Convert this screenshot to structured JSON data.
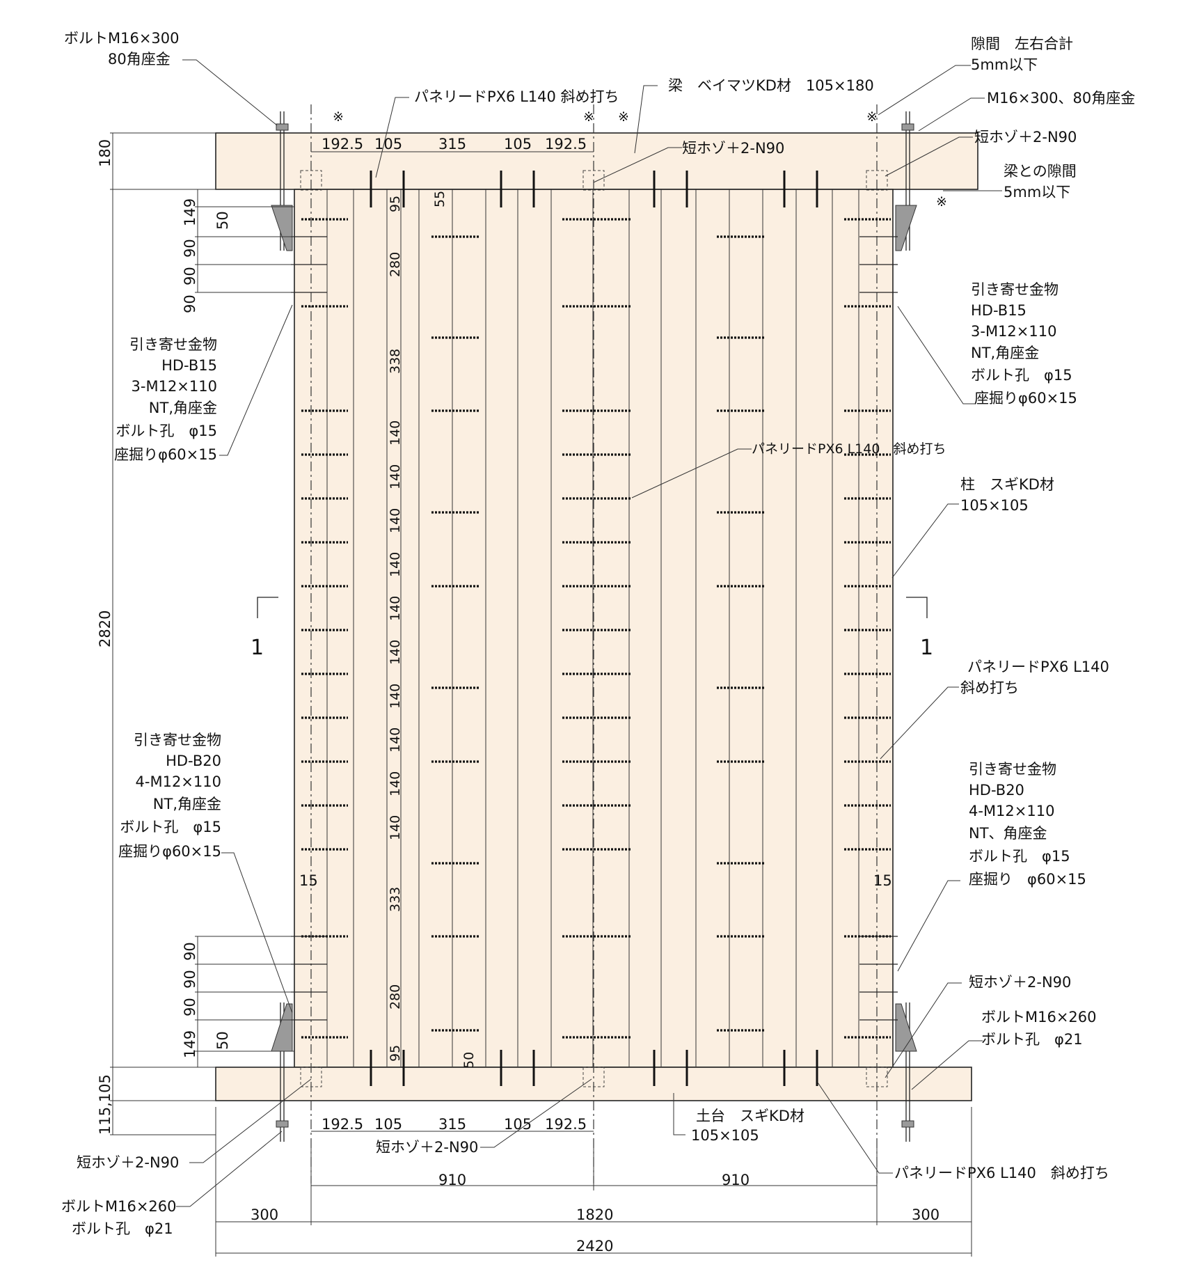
{
  "labels": {
    "bolt_top_left": [
      "ボルトM16×300",
      "80角座金"
    ],
    "gap_top_right": [
      "隙間　左右合計",
      "5mm以下"
    ],
    "bolt_top_right": "M16×300、80角座金",
    "panel_top": "パネリードPX6 L140 斜め打ち",
    "beam": "梁　ベイマツKD材　105×180",
    "tenon_top_center": "短ホゾ＋2-N90",
    "tenon_top_right": "短ホゾ＋2-N90",
    "beam_gap": [
      "梁との隙間",
      "5mm以下"
    ],
    "hd_upper_right": [
      "引き寄せ金物",
      "HD-B15",
      "3-M12×110",
      "NT,角座金",
      "ボルト孔　φ15",
      "座掘りφ60×15"
    ],
    "hd_upper_left": [
      "引き寄せ金物",
      "HD-B15",
      "3-M12×110",
      "NT,角座金",
      "ボルト孔　φ15",
      "座掘りφ60×15"
    ],
    "panel_center": "パネリードPX6 L140　斜め打ち",
    "column": [
      "柱　スギKD材",
      "105×105"
    ],
    "section_mark": "1",
    "panel_right": [
      "パネリードPX6 L140",
      "斜め打ち"
    ],
    "hd_lower_left": [
      "引き寄せ金物",
      "HD-B20",
      "4-M12×110",
      "NT,角座金",
      "ボルト孔　φ15",
      "座掘りφ60×15"
    ],
    "hd_lower_right": [
      "引き寄せ金物",
      "HD-B20",
      "4-M12×110",
      "NT、角座金",
      "ボルト孔　φ15",
      "座掘り　φ60×15"
    ],
    "tenon_lower_right": "短ホゾ＋2-N90",
    "bolt_lower_right": [
      "ボルトM16×260",
      "ボルト孔　φ21"
    ],
    "sill": [
      "土台　スギKD材",
      "105×105"
    ],
    "tenon_bottom_center": "短ホゾ＋2-N90",
    "tenon_bottom_left": "短ホゾ＋2-N90",
    "bolt_bottom_left": [
      "ボルトM16×260",
      "ボルト孔　φ21"
    ],
    "panel_bottom_right": "パネリードPX6 L140　斜め打ち",
    "mark": "※"
  },
  "dims": {
    "top_row": [
      "192.5",
      "105",
      "315",
      "105",
      "192.5"
    ],
    "bottom_row": [
      "192.5",
      "105",
      "315",
      "105",
      "192.5"
    ],
    "beam_height": "180",
    "wall_height": "2820",
    "sill_stack": "115,105",
    "left_top": [
      "149",
      "50",
      "90",
      "90",
      "90"
    ],
    "left_bottom": [
      "90",
      "90",
      "90",
      "149",
      "50"
    ],
    "vert_col": [
      "95",
      "55",
      "280",
      "338",
      "140",
      "140",
      "140",
      "140",
      "140",
      "140",
      "140",
      "140",
      "140",
      "140",
      "333",
      "280",
      "95",
      "50"
    ],
    "side15": "15",
    "half": "910",
    "core": "1820",
    "edge": "300",
    "total": "2420"
  }
}
